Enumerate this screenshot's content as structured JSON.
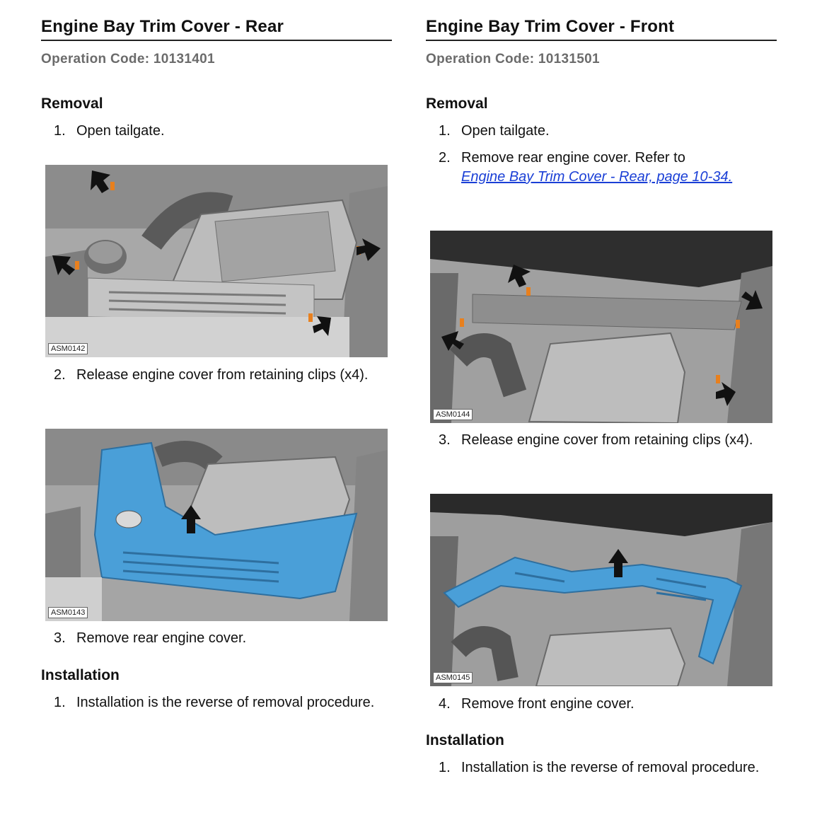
{
  "left": {
    "title": "Engine Bay Trim Cover - Rear",
    "operation_code": "Operation Code: 10131401",
    "removal_heading": "Removal",
    "removal_steps": [
      {
        "num": "1.",
        "text": "Open tailgate."
      },
      {
        "num": "2.",
        "text": "Release engine cover from retaining clips (x4)."
      },
      {
        "num": "3.",
        "text": "Remove rear engine cover."
      }
    ],
    "figures": [
      {
        "label": "ASM0142"
      },
      {
        "label": "ASM0143"
      }
    ],
    "installation_heading": "Installation",
    "installation_steps": [
      {
        "num": "1.",
        "text": "Installation is the reverse of removal procedure."
      }
    ]
  },
  "right": {
    "title": "Engine Bay Trim Cover - Front",
    "operation_code": "Operation Code: 10131501",
    "removal_heading": "Removal",
    "removal_steps": [
      {
        "num": "1.",
        "text": "Open tailgate."
      },
      {
        "num": "2.",
        "text": "Remove rear engine cover. Refer to",
        "link": "Engine Bay Trim Cover - Rear, page 10-34."
      },
      {
        "num": "3.",
        "text": "Release engine cover from retaining clips (x4)."
      },
      {
        "num": "4.",
        "text": "Remove front engine cover."
      }
    ],
    "figures": [
      {
        "label": "ASM0144"
      },
      {
        "label": "ASM0145"
      }
    ],
    "installation_heading": "Installation",
    "installation_steps": [
      {
        "num": "1.",
        "text": "Installation is the reverse of removal procedure."
      }
    ]
  },
  "colors": {
    "highlight_blue": "#4a9fd8",
    "clip_orange": "#e8801e",
    "link_blue": "#1a3fd6"
  }
}
